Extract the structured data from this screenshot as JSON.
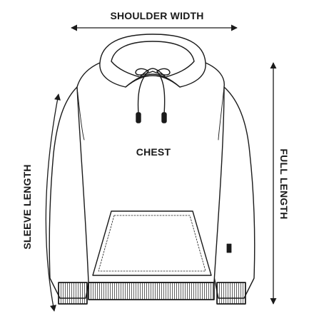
{
  "labels": {
    "shoulder_width": "SHOULDER WIDTH",
    "chest": "CHEST",
    "sleeve_length": "SLEEVE LENGTH",
    "full_length": "FULL LENGTH"
  },
  "colors": {
    "line": "#1a1a1a",
    "background": "#ffffff",
    "garment_fill": "#ffffff"
  },
  "icons": {
    "measure_arrow": "double-headed-arrow",
    "garment": "hoodie-outline"
  }
}
